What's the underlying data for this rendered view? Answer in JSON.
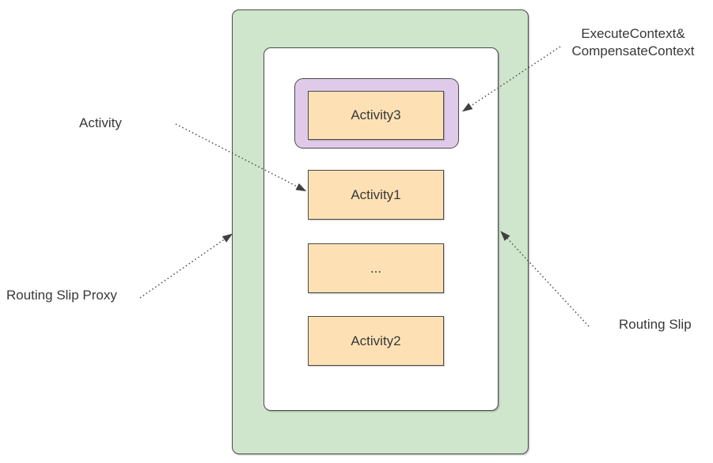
{
  "diagram": {
    "boxes": {
      "activity3": "Activity3",
      "activity1": "Activity1",
      "ellipsis": "...",
      "activity2": "Activity2"
    },
    "labels": {
      "context_line1": "ExecuteContext&",
      "context_line2": "CompensateContext",
      "activity": "Activity",
      "routing_slip_proxy": "Routing Slip Proxy",
      "routing_slip": "Routing Slip"
    },
    "colors": {
      "container_fill": "#cfe6cd",
      "routing_slip_fill": "#ffffff",
      "context_wrapper_fill": "#dfcbe9",
      "activity_fill": "#fde1b4",
      "stroke": "#4a4a4a",
      "text": "#383838",
      "arrow": "#404040"
    }
  }
}
